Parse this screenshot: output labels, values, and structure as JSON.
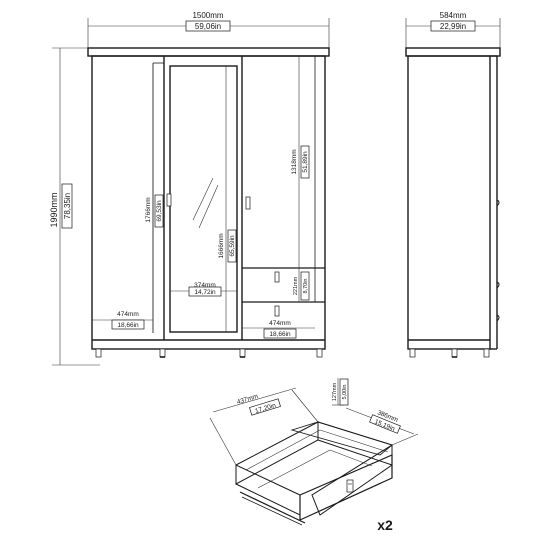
{
  "front_view": {
    "width_mm": "1500mm",
    "width_in": "59,06in",
    "height_mm": "1990mm",
    "height_in": "78,35in",
    "door_height_mm": "1766mm",
    "door_height_in": "69,53in",
    "mirror_height_mm": "1666mm",
    "mirror_height_in": "65,59in",
    "mirror_width_mm": "374mm",
    "mirror_width_in": "14,72in",
    "left_door_width_mm": "474mm",
    "left_door_width_in": "18,66in",
    "right_door_height_mm": "1318mm",
    "right_door_height_in": "51,89in",
    "drawer_height_mm": "221mm",
    "drawer_height_in": "8,70in",
    "drawer_width_mm": "474mm",
    "drawer_width_in": "18,66in"
  },
  "side_view": {
    "depth_mm": "584mm",
    "depth_in": "22,99in"
  },
  "drawer_detail": {
    "width_mm": "437mm",
    "width_in": "17,20in",
    "depth_mm": "386mm",
    "depth_in": "15,19in",
    "height_mm": "127mm",
    "height_in": "5,00in",
    "quantity": "x2"
  }
}
